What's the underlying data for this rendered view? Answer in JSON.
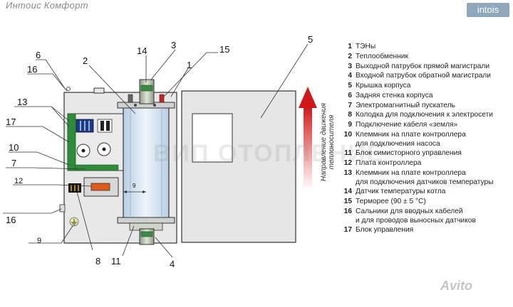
{
  "header": {
    "title": "Интоис Комфорт",
    "brand": "intois"
  },
  "diagram": {
    "callouts": {
      "c1": "1",
      "c2": "2",
      "c3": "3",
      "c4": "4",
      "c5": "5",
      "c6": "6",
      "c7": "7",
      "c8": "8",
      "c9": "9",
      "c10": "10",
      "c11": "11",
      "c12": "12",
      "c13": "13",
      "c14": "14",
      "c15": "15",
      "c16a": "16",
      "c16b": "16",
      "c17": "17"
    },
    "dimension_label": "9",
    "flow_caption": "Направление движения\nтеплоносителя"
  },
  "legend": [
    {
      "num": "1",
      "text": "ТЭНы"
    },
    {
      "num": "2",
      "text": "Теплообменник"
    },
    {
      "num": "3",
      "text": "Выходной патрубок прямой магистрали"
    },
    {
      "num": "4",
      "text": "Входной патрубок обратной магистрали"
    },
    {
      "num": "5",
      "text": "Крышка корпуса"
    },
    {
      "num": "6",
      "text": "Задняя стенка корпуса"
    },
    {
      "num": "7",
      "text": "Электромагнитный пускатель"
    },
    {
      "num": "8",
      "text": "Колодка для подключения к электросети"
    },
    {
      "num": "9",
      "text": "Подключение кабеля «земля»"
    },
    {
      "num": "10",
      "text": "Клеммник на плате контроллера\nдля подключения насоса"
    },
    {
      "num": "11",
      "text": "Блок симисторного управления"
    },
    {
      "num": "12",
      "text": "Плата контроллера"
    },
    {
      "num": "13",
      "text": "Клеммник на плате контроллера\nдля подключения датчиков температуры"
    },
    {
      "num": "14",
      "text": "Датчик температуры котла"
    },
    {
      "num": "15",
      "text": "Терморее (90 ± 5 °С)"
    },
    {
      "num": "16",
      "text": "Сальники для вводных кабелей\nи для проводов выносных датчиков"
    },
    {
      "num": "17",
      "text": "Блок управления"
    }
  ],
  "watermark": "ВИП ОТОПЛЕНИЕ",
  "marketplace_badge": "Avito",
  "colors": {
    "panel": "#e6e6e6",
    "outline": "#333333",
    "arrow_red": "#d42020",
    "board_green": "#2e8b3a",
    "heater_blue": "#c9dcec"
  }
}
